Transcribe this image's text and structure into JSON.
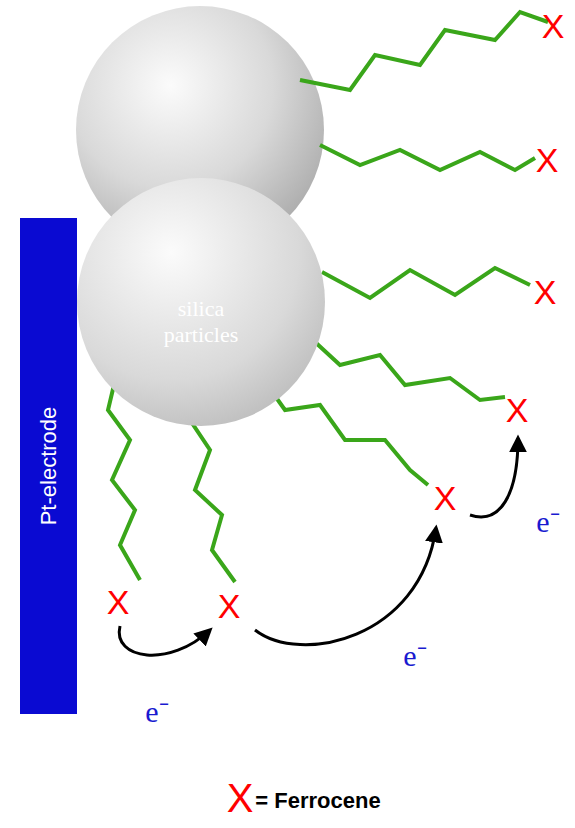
{
  "diagram": {
    "nodes": [
      {
        "text": [
          "Pt-electrode"
        ]
      },
      {
        "text": [
          "silica particles"
        ]
      }
    ],
    "labels": [
      "X",
      "X",
      "X",
      "X",
      "X",
      "X",
      "X",
      "e⁻",
      "e⁻",
      "e⁻",
      "X",
      "= Ferrocene"
    ]
  }
}
